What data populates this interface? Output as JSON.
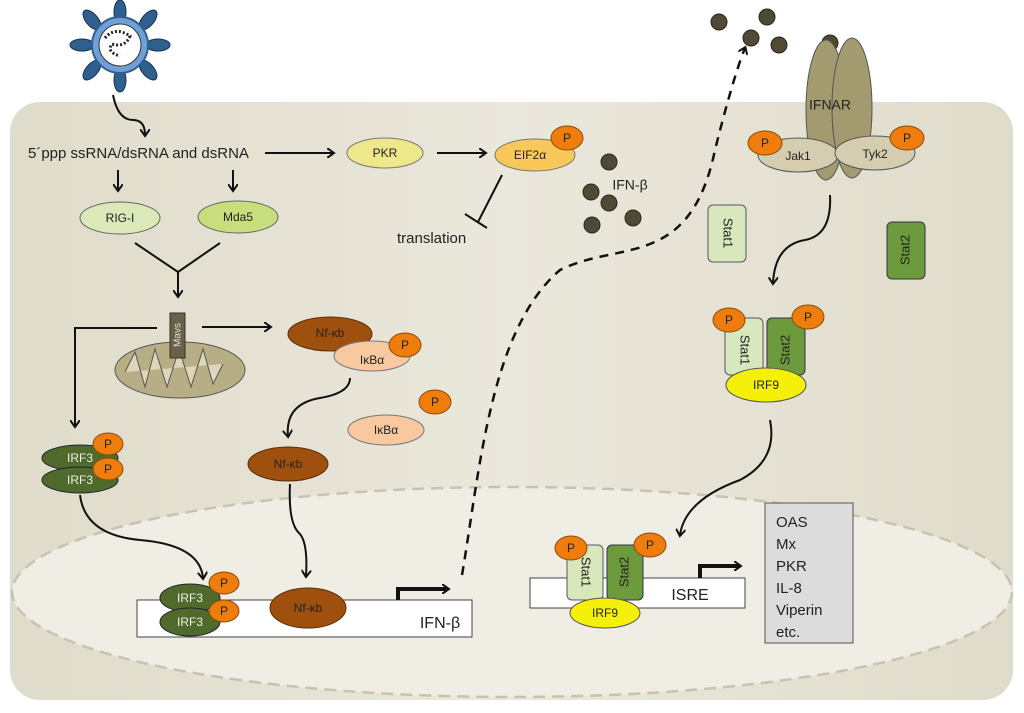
{
  "labels": {
    "rna": "5´ppp ssRNA/dsRNA and dsRNA",
    "pkr": "PKR",
    "eif2a": "EIF2α",
    "translation": "translation",
    "ifnb_free": "IFN-β",
    "rigi": "RIG-I",
    "mda5": "Mda5",
    "mavs": "Mavs",
    "nfkb": "Nf-κb",
    "ikba": "IκBα",
    "irf3": "IRF3",
    "p": "P",
    "ifnb_gene": "IFN-β",
    "ifnar": "IFNAR",
    "jak1": "Jak1",
    "tyk2": "Tyk2",
    "stat1": "Stat1",
    "stat2": "Stat2",
    "irf9": "IRF9",
    "isre": "ISRE"
  },
  "genes": [
    "OAS",
    "Mx",
    "PKR",
    "IL-8",
    "Viperin",
    "etc."
  ],
  "colors": {
    "cell": "#e6e3d6",
    "nucleus": "#efede4",
    "phospho": "#ee7d0e",
    "ifn": "#4e4a36",
    "stat1": "#d9e8bc",
    "stat2": "#6e9a3e",
    "irf9": "#f5f00a",
    "nfkb": "#a0500e",
    "irf3": "#4f6a2a"
  }
}
